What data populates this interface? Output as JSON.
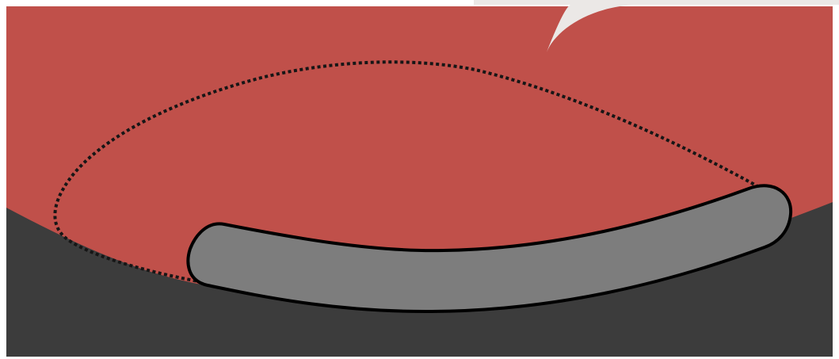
{
  "colors": {
    "background": "#ffffff",
    "red_region": "#c0504a",
    "dark_region": "#3c3c3c",
    "light_panel": "#ebe8e6",
    "gray_band": "#7d7d7d",
    "outline": "#000000",
    "dotted_outline": "#161616"
  },
  "elements": {
    "red_region": "filled-region",
    "dark_region": "filled-region",
    "light_panel": "filled-region",
    "gray_band": "rounded-band",
    "dotted_outline": "dotted-curve"
  }
}
